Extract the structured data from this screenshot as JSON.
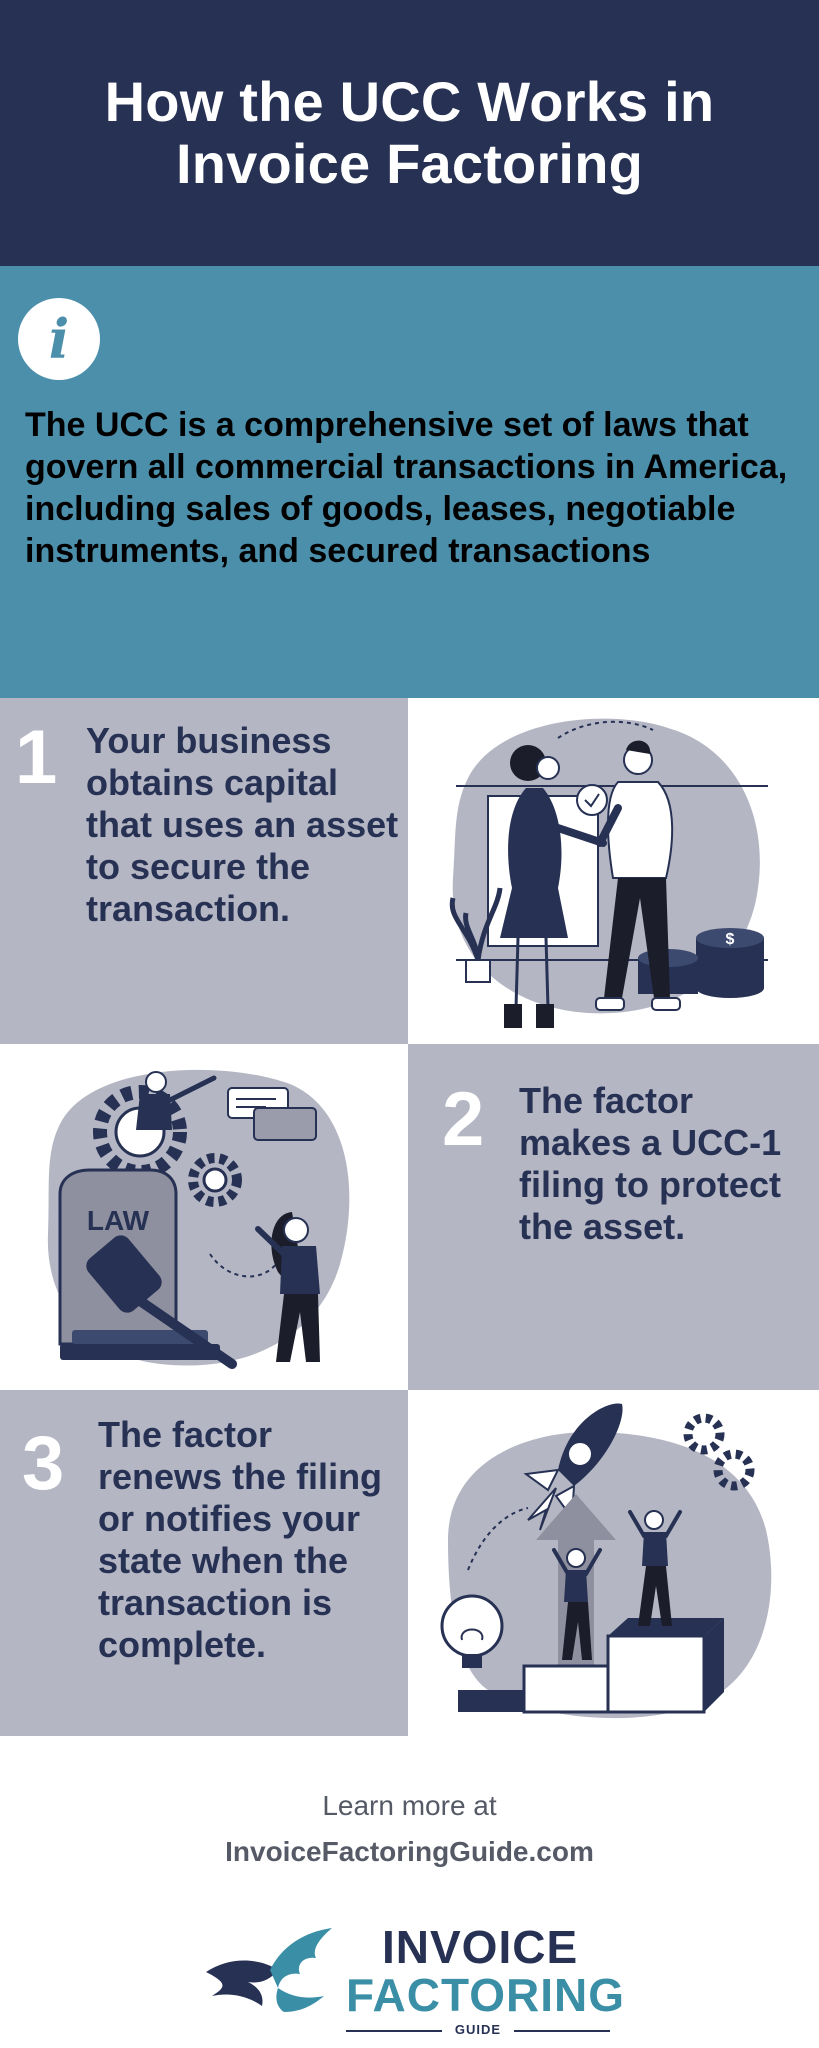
{
  "header": {
    "title": "How the UCC Works in Invoice Factoring"
  },
  "info": {
    "icon": "info-icon",
    "icon_glyph": "i",
    "text": "The UCC is a comprehensive set of laws that govern all commercial transactions in America, including sales of goods, leases, negotiable instruments, and secured transactions"
  },
  "steps": [
    {
      "number": "1",
      "text": "Your business obtains capital that uses an asset to secure the transaction.",
      "illustration": "handshake-illustration"
    },
    {
      "number": "2",
      "text": "The factor makes a UCC-1 filing to protect the asset.",
      "illustration": "law-gavel-illustration",
      "law_label": "LAW"
    },
    {
      "number": "3",
      "text": "The factor renews the filing or notifies your state when the transaction is complete.",
      "illustration": "growth-rocket-illustration"
    }
  ],
  "footer": {
    "learn_more": "Learn more at",
    "url": "InvoiceFactoringGuide.com"
  },
  "logo": {
    "line1": "INVOICE",
    "line2": "FACTORING",
    "line3": "GUIDE",
    "icon": "eagle-logo-icon"
  },
  "colors": {
    "navy": "#263153",
    "teal": "#4b8fab",
    "gray_panel": "#b4b6c3",
    "logo_teal": "#3a8fa6"
  }
}
